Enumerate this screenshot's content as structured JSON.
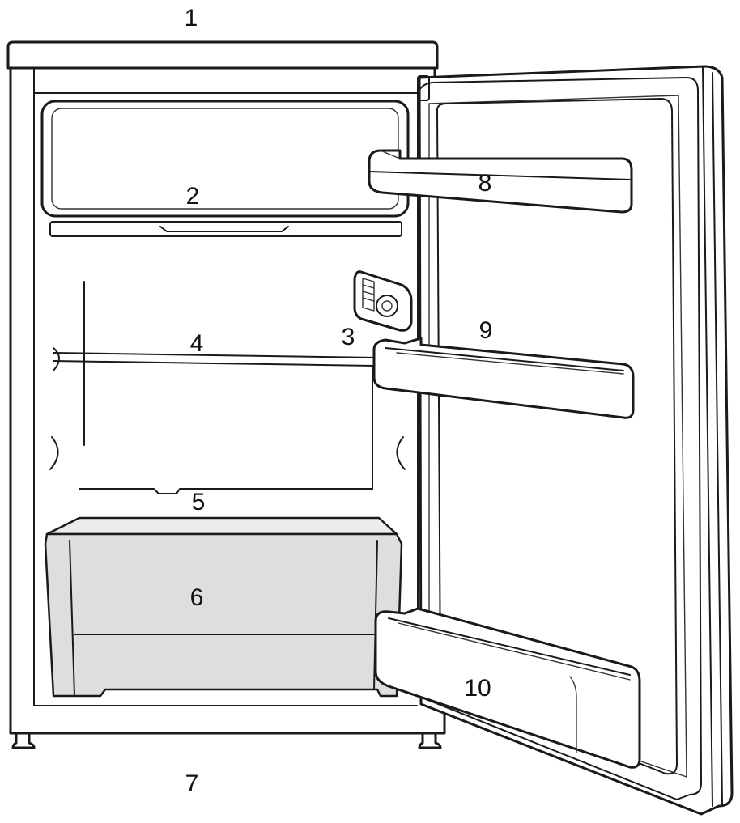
{
  "callouts": {
    "top_cover": "1",
    "freezer_compartment": "2",
    "thermostat": "3",
    "shelf": "4",
    "crisper_cover": "5",
    "crisper": "6",
    "feet": "7",
    "upper_door_shelf": "8",
    "middle_door_shelf": "9",
    "bottom_door_shelf": "10"
  },
  "colors": {
    "line": "#1a1a1a",
    "crisper_fill": "#dedede",
    "background": "#ffffff"
  }
}
